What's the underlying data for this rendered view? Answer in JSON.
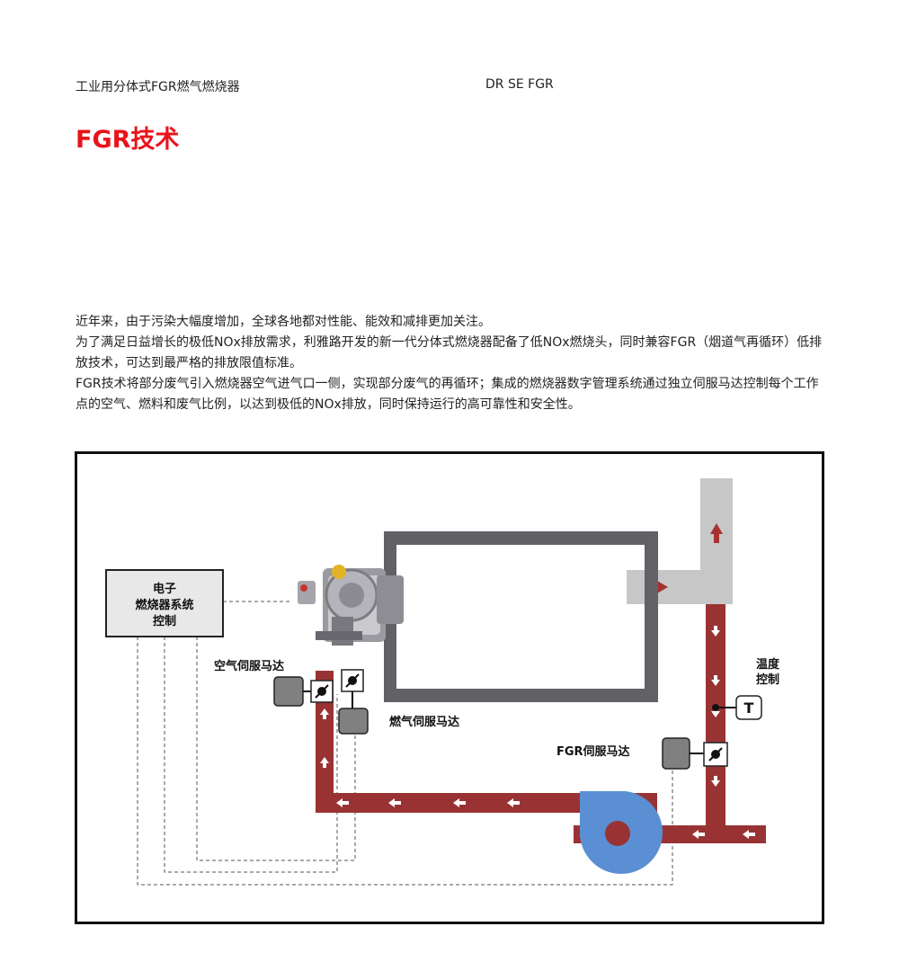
{
  "header": {
    "product_category": "工业用分体式FGR燃气燃烧器",
    "model": "DR SE FGR"
  },
  "page_title": "FGR技术",
  "intro": [
    "近年来，由于污染大幅度增加，全球各地都对性能、能效和减排更加关注。",
    "为了满足日益增长的极低NOx排放需求，利雅路开发的新一代分体式燃烧器配备了低NOx燃烧头，同时兼容FGR（烟道气再循环）低排放技术，可达到最严格的排放限值标准。",
    "FGR技术将部分废气引入燃烧器空气进气口一侧，实现部分废气的再循环；集成的燃烧器数字管理系统通过独立伺服马达控制每个工作点的空气、燃料和废气比例，以达到极低的NOx排放，同时保持运行的高可靠性和安全性。"
  ],
  "diagram": {
    "control_box": {
      "line1": "电子",
      "line2": "燃烧器系统",
      "line3": "控制"
    },
    "air_servo_label": "空气伺服马达",
    "gas_servo_label": "燃气伺服马达",
    "fgr_servo_label": "FGR伺服马达",
    "temp_label_line1": "温度",
    "temp_label_line2": "控制",
    "temp_sensor_symbol": "T",
    "colors": {
      "recirculation_duct": "#993333",
      "exhaust_stack": "#c7c7c7",
      "boiler": "#626266",
      "fan": "#5b8fd4",
      "title_red": "#e8141b"
    }
  }
}
